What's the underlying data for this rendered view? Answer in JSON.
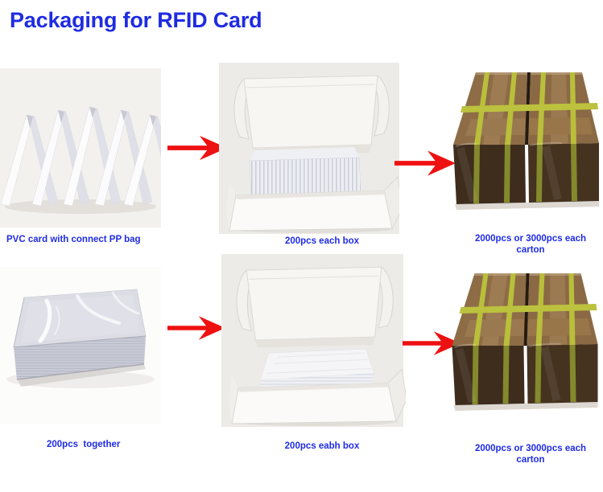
{
  "title": "Packaging for RFID Card",
  "colors": {
    "title_blue": "#1e2be2",
    "caption_blue": "#1f2ce2",
    "arrow_red": "#ee1111",
    "carton_brown": "#8d6c46",
    "carton_front_brown": "#3f2e1e",
    "strap_yellow": "#b9bf3b",
    "photo_bg_grey": "#edebe8"
  },
  "icons": {
    "arrow_right": {
      "name": "arrow-right-icon",
      "glyph": "➔"
    }
  },
  "flow": {
    "rows": [
      {
        "steps": [
          {
            "image": "fanned-pvc-cards",
            "caption": "PVC card with connect PP bag"
          },
          {
            "image": "open-box-vertical-cards",
            "caption": "200pcs each box"
          },
          {
            "image": "strapped-cartons",
            "caption": "2000pcs or 3000pcs each carton"
          }
        ]
      },
      {
        "steps": [
          {
            "image": "shrink-wrapped-card-stack",
            "caption": "200pcs  together"
          },
          {
            "image": "open-box-flat-cards",
            "caption": "200pcs eabh box"
          },
          {
            "image": "strapped-cartons",
            "caption": "2000pcs or 3000pcs each carton"
          }
        ]
      }
    ]
  }
}
